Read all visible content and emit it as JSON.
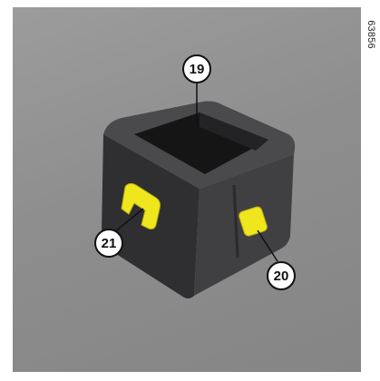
{
  "figure_code": "63856",
  "callouts": [
    {
      "number": "19",
      "target": "storage-compartment-opening"
    },
    {
      "number": "20",
      "target": "yellow-latch-button"
    },
    {
      "number": "21",
      "target": "yellow-handle"
    }
  ],
  "colors": {
    "background": "#8e8e8e",
    "box_body": "#3a3a3c",
    "box_interior": "#151515",
    "accent_yellow": "#f0e61e",
    "callout_fill": "#ffffff",
    "callout_stroke": "#111111"
  }
}
